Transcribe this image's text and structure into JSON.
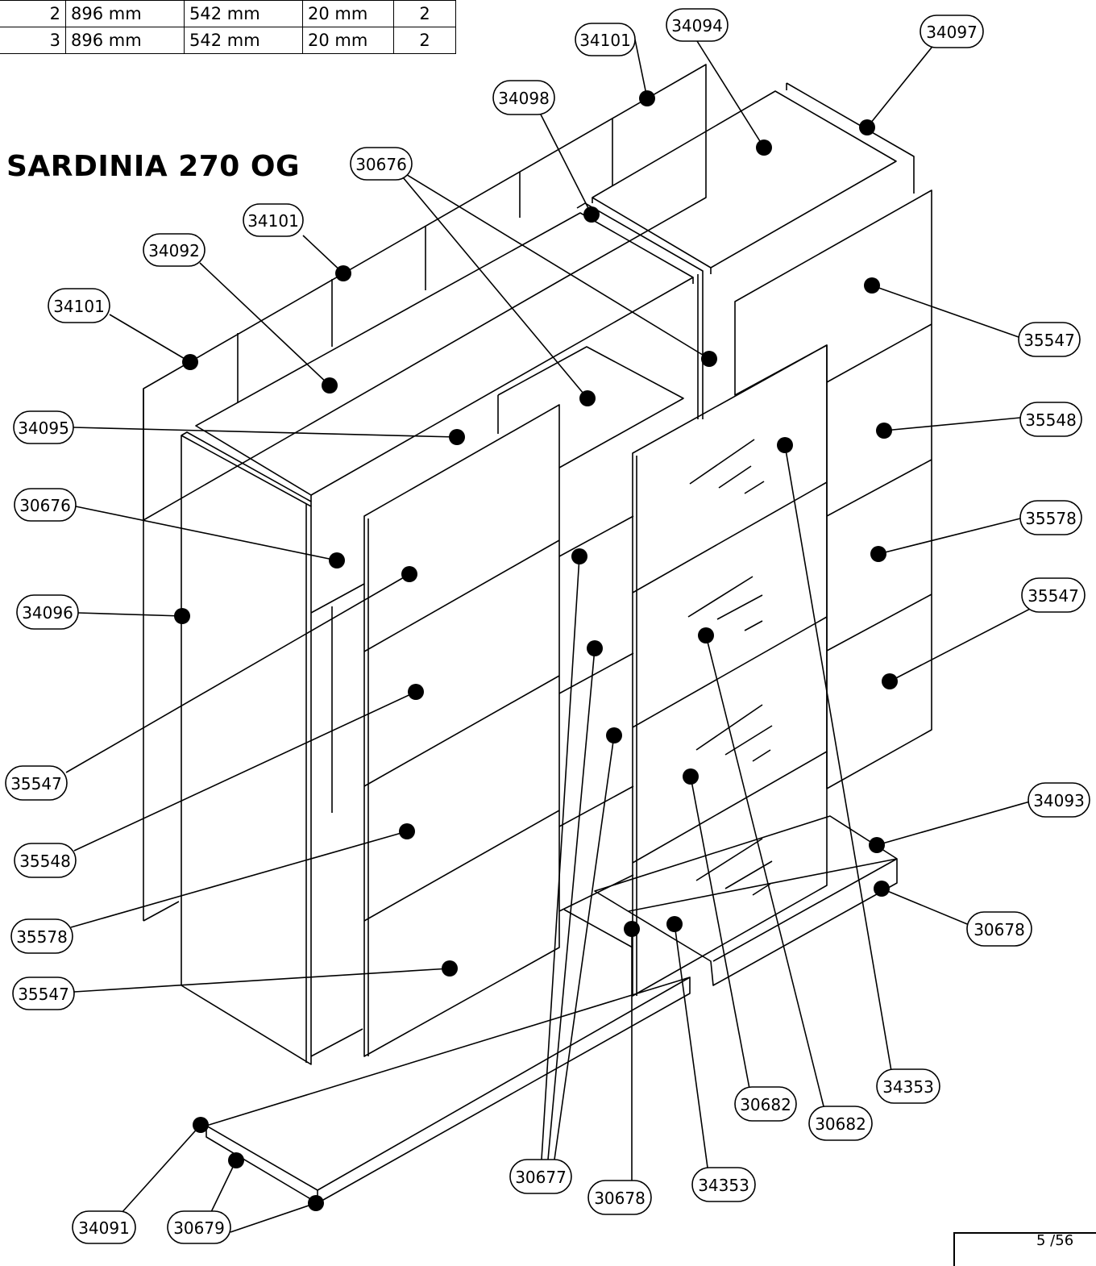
{
  "title": "SARDINIA 270 OG",
  "dimension_table": {
    "rows": [
      {
        "id": "2",
        "length": "896 mm",
        "width": "542 mm",
        "thickness": "20 mm",
        "qty": "2"
      },
      {
        "id": "3",
        "length": "896 mm",
        "width": "542 mm",
        "thickness": "20 mm",
        "qty": "2"
      }
    ]
  },
  "page_number": "5 /56",
  "part_labels": [
    "34101",
    "34094",
    "34097",
    "34098",
    "30676",
    "34101",
    "34092",
    "34101",
    "35547",
    "34095",
    "35548",
    "30676",
    "35578",
    "34096",
    "35547",
    "35547",
    "35548",
    "35578",
    "35547",
    "34093",
    "30678",
    "34091",
    "30679",
    "30677",
    "30678",
    "34353",
    "30682",
    "30682",
    "34353"
  ]
}
